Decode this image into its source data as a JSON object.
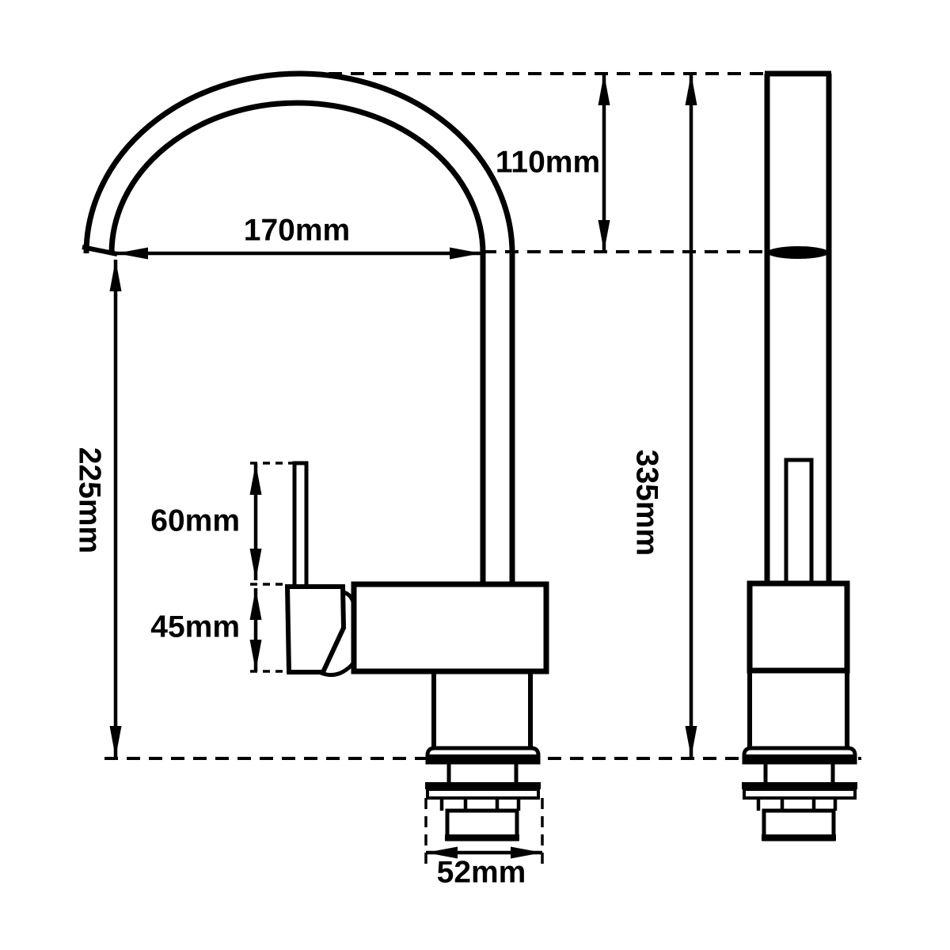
{
  "drawing": {
    "type": "technical-dimension-drawing",
    "subject": "kitchen sink mixer tap, front view and side view",
    "colors": {
      "line": "#000000",
      "background": "#ffffff"
    },
    "labels": {
      "spout_height": "110mm",
      "spout_reach": "170mm",
      "outlet_height": "225mm",
      "handle_height": "60mm",
      "body_height": "45mm",
      "overall_height": "335mm",
      "base_width": "52mm"
    }
  }
}
